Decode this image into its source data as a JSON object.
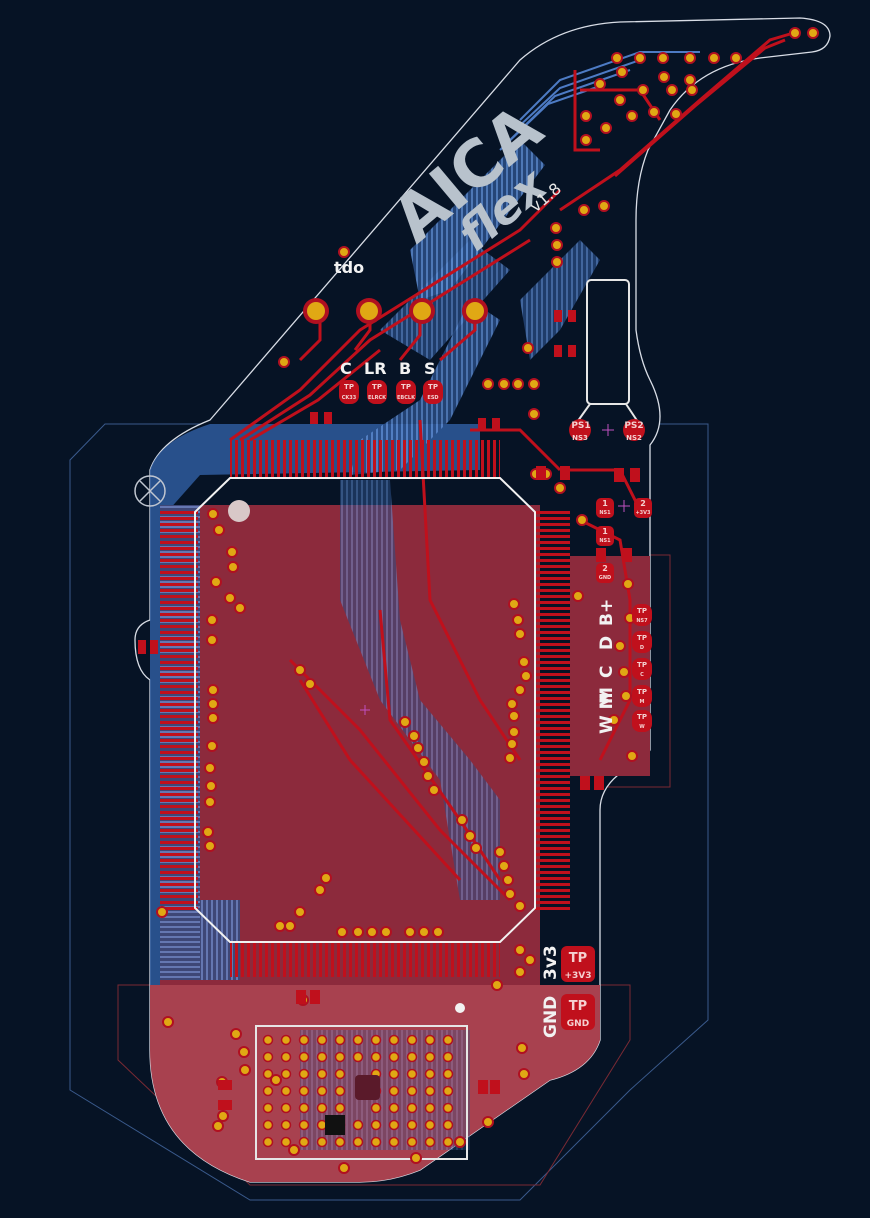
{
  "board": {
    "logo_text": "AICA",
    "logo_sub": "flex",
    "version": "v1.8",
    "colors": {
      "background": "#061325",
      "copper_top": "#c0101c",
      "copper_bottom": "#3d6fb8",
      "pour_top": "#a8283a",
      "silkscreen": "#f2f2f2",
      "pad_gold": "#e0a814",
      "edge_cuts": "#d8dde6",
      "courtyard": "#3a5a8c"
    }
  },
  "labels": {
    "tdo": "tdo",
    "c": "C",
    "lr": "LR",
    "b": "B",
    "s": "S",
    "b_plus": "B+",
    "d": "D",
    "m": "M",
    "c2": "C",
    "w_m": "W M",
    "v3v3": "3v3",
    "gnd": "GND",
    "ps1": "PS1",
    "ns3": "NS3",
    "ps2": "PS2",
    "ns2": "NS2"
  },
  "testpoints": [
    {
      "tp": "TP",
      "net": "CK33"
    },
    {
      "tp": "TP",
      "net": "ELRCK"
    },
    {
      "tp": "TP",
      "net": "EBCLK"
    },
    {
      "tp": "TP",
      "net": "ESD"
    },
    {
      "tp": "TP",
      "net": "NS7"
    },
    {
      "tp": "TP",
      "net": "D"
    },
    {
      "tp": "TP",
      "net": "C"
    },
    {
      "tp": "TP",
      "net": "M"
    },
    {
      "tp": "TP",
      "net": "W"
    },
    {
      "tp": "TP",
      "net": "+3V3"
    },
    {
      "tp": "TP",
      "net": "GND"
    }
  ],
  "small_pads": [
    {
      "num": "1",
      "net": "NS1"
    },
    {
      "num": "2",
      "net": "+3V3"
    },
    {
      "num": "1",
      "net": "NS1"
    },
    {
      "num": "2",
      "net": "GND"
    }
  ],
  "icons": [
    "mounting-hole-icon",
    "fiducial-icon",
    "crosshair-icon"
  ]
}
